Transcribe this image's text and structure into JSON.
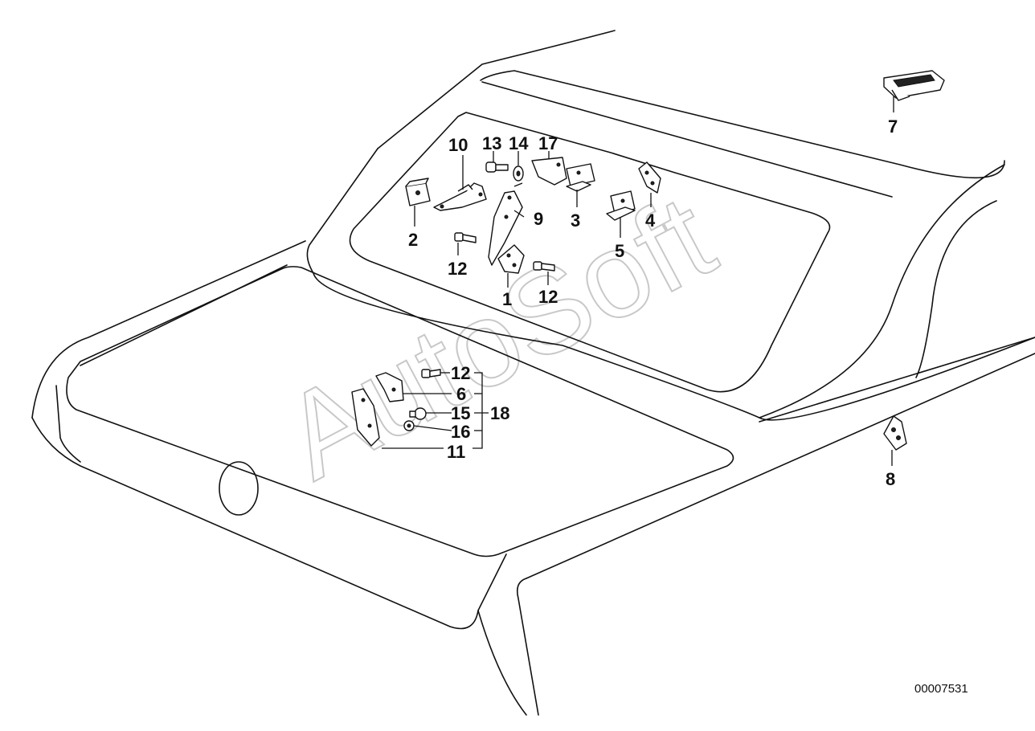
{
  "diagram": {
    "callouts": {
      "c1": "1",
      "c2": "2",
      "c3": "3",
      "c4": "4",
      "c5": "5",
      "c6": "6",
      "c7": "7",
      "c8": "8",
      "c9": "9",
      "c10": "10",
      "c11": "11",
      "c12a": "12",
      "c12b": "12",
      "c12c": "12",
      "c13": "13",
      "c14": "14",
      "c15": "15",
      "c16": "16",
      "c17": "17",
      "c18": "18"
    },
    "document_number": "00007531",
    "watermark": "AutoSoft"
  }
}
